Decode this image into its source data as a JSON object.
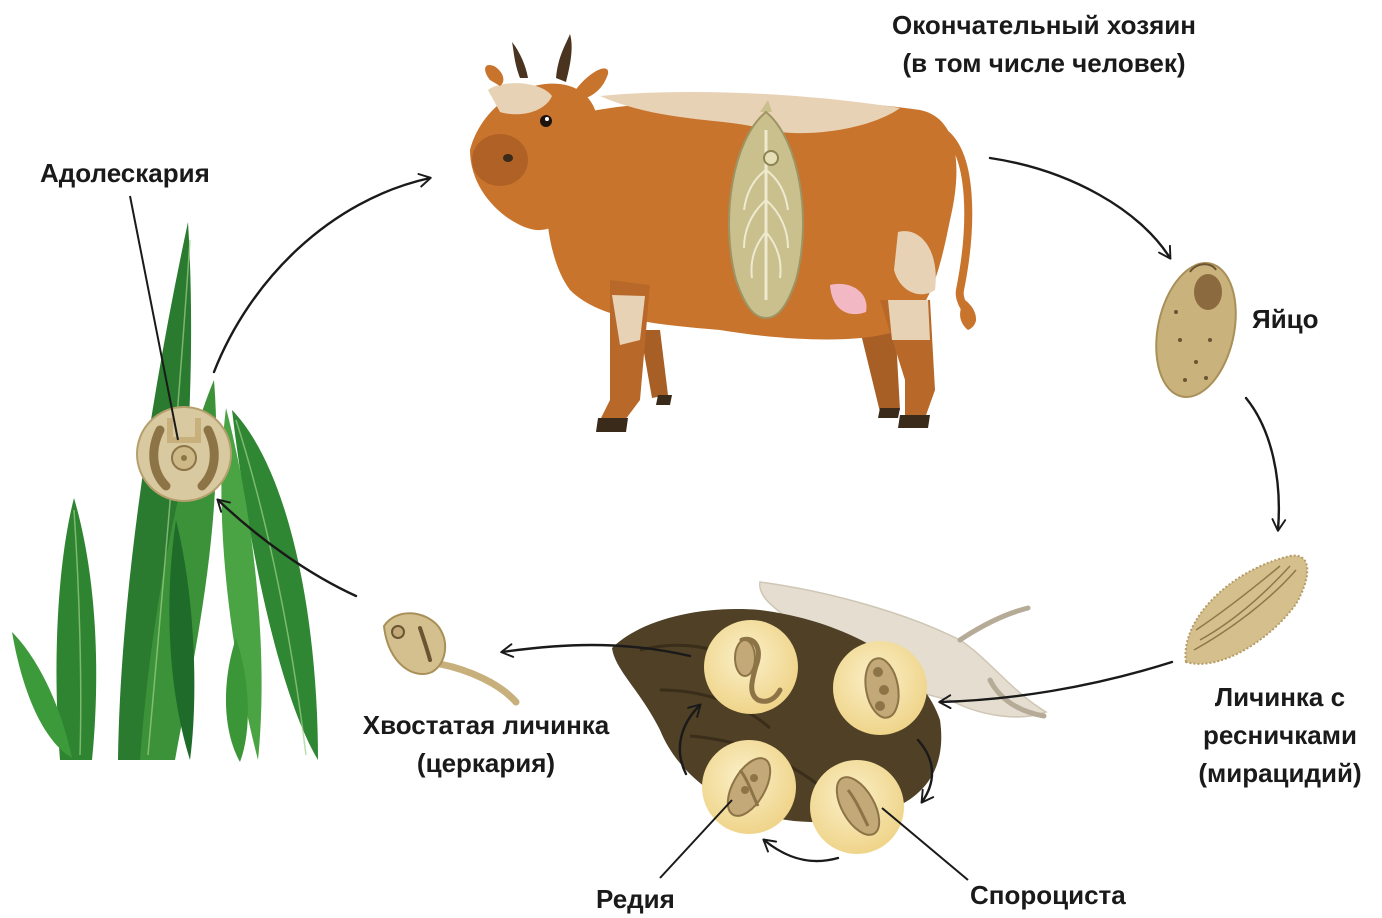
{
  "labels": {
    "final_host": {
      "line1": "Окончательный хозяин",
      "line2": "(в том числе человек)"
    },
    "egg": "Яйцо",
    "miracidium": {
      "line1": "Личинка с",
      "line2": "ресничками",
      "line3": "(мирацидий)"
    },
    "sporocyst": "Спороциста",
    "redia": "Редия",
    "cercaria": {
      "line1": "Хвостатая личинка",
      "line2": "(церкария)"
    },
    "adolescaria": "Адолескария"
  },
  "colors": {
    "grass_dark": "#1f6b2a",
    "grass_light": "#4fa845",
    "cow_body": "#c8742d",
    "cow_patch": "#e8d2b5",
    "fluke": "#c9c08e",
    "snail_shell": "#4f4026",
    "snail_foot": "#e4ddd0",
    "stage_circle": "#f6e3a8",
    "egg": "#c9b27c",
    "arrow": "#1a1a1a"
  }
}
